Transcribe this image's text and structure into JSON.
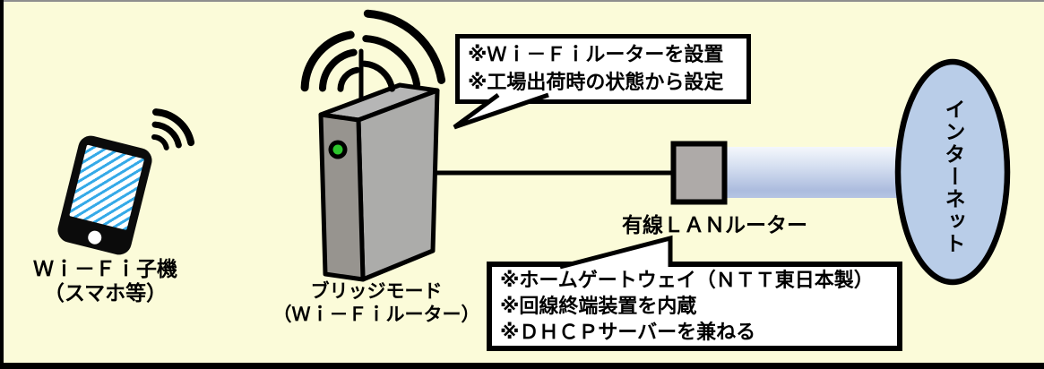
{
  "diagram_title": "Wi-Fi bridge mode network diagram",
  "devices": {
    "phone": {
      "label_line1": "Ｗｉ－Ｆｉ子機",
      "label_line2": "（スマホ等）"
    },
    "wifi_router": {
      "label_line1": "ブリッジモード",
      "label_line2": "（Ｗｉ－Ｆｉルーター）"
    },
    "lan_router": {
      "label": "有線ＬＡＮルーター"
    },
    "internet": {
      "label": "インターネット"
    }
  },
  "callouts": {
    "wifi_router_note": {
      "lines": [
        "※Ｗｉ－Ｆｉルーターを設置",
        "※工場出荷時の状態から設定"
      ]
    },
    "lan_router_note": {
      "lines": [
        "※ホームゲートウェイ（ＮＴＴ東日本製）",
        "※回線終端装置を内蔵",
        "※ＤＨＣＰサーバーを兼ねる"
      ]
    }
  },
  "icons": {
    "wifi_waves": "three concentric black arcs",
    "antenna": "vertical black rod",
    "power_led": "green dot"
  },
  "colors": {
    "background": "#FBFBD9",
    "frame_border": "#000000",
    "top_strip": "#8E8E8E",
    "callout_background": "#FFFFFF",
    "internet_ellipse_fill": "#B9CDE8",
    "tube_light": "#F2F6FC",
    "tube_dark": "#ACBCDE",
    "router_front": "#ACACAA",
    "router_side": "#97948F",
    "router_top": "#B6B6B6",
    "lan_square_fill": "#AEAAA8",
    "led_green": "#2CC52C",
    "screen_stripe_blue": "#35AAE8",
    "phone_body": "#0B0B0B"
  }
}
